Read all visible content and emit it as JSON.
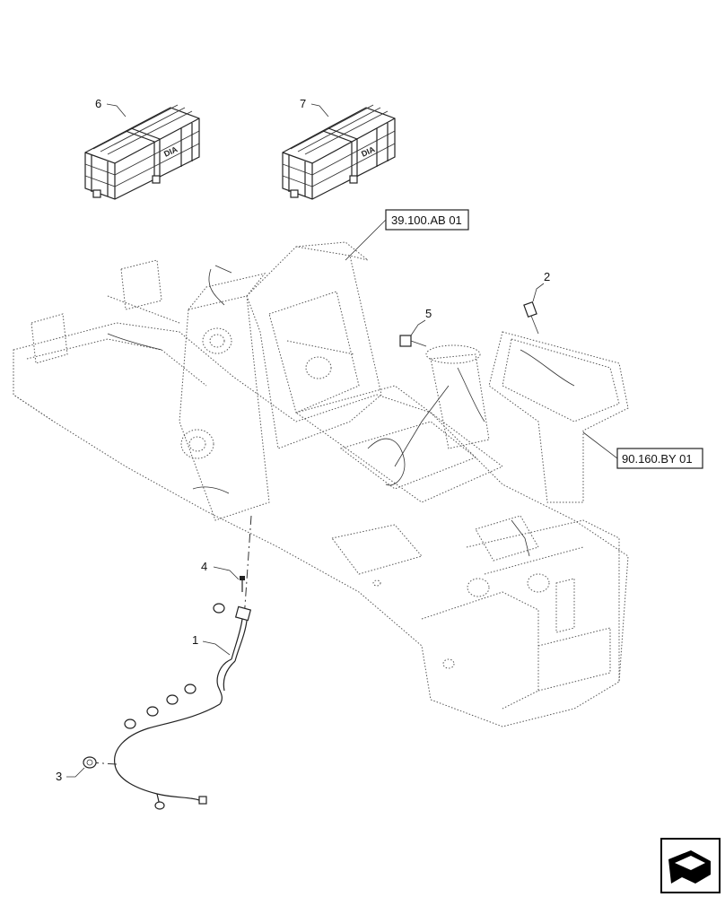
{
  "callouts": {
    "item1": "1",
    "item2": "2",
    "item3": "3",
    "item4": "4",
    "item5": "5",
    "item6": "6",
    "item7": "7"
  },
  "references": {
    "ref_frame": "39.100.AB 01",
    "ref_console": "90.160.BY 01"
  },
  "crate_label": "DIA",
  "icons": {
    "nav": "navigation-arrow-icon"
  }
}
